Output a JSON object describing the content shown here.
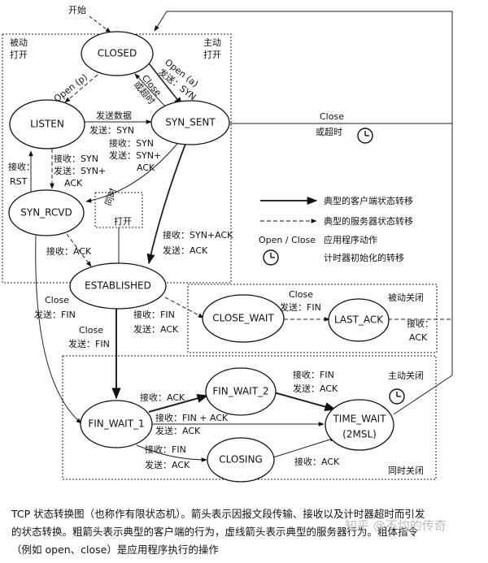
{
  "states": {
    "closed": "CLOSED",
    "listen": "LISTEN",
    "syn_sent": "SYN_SENT",
    "syn_rcvd": "SYN_RCVD",
    "established": "ESTABLISHED",
    "close_wait": "CLOSE_WAIT",
    "last_ack": "LAST_ACK",
    "fin_wait_1": "FIN_WAIT_1",
    "fin_wait_2": "FIN_WAIT_2",
    "closing": "CLOSING",
    "time_wait": "TIME_WAIT",
    "time_wait_sub": "(2MSL)"
  },
  "regions": {
    "passive_open_1": "被动",
    "passive_open_2": "打开",
    "active_open_1": "主动",
    "active_open_2": "打开",
    "passive_close": "被动关闭",
    "active_close": "主动关闭",
    "simultaneous_close": "同时关闭",
    "simultaneous_open_1": "同时",
    "simultaneous_open_2": "打开"
  },
  "transitions": {
    "start": "开始",
    "open_p": "Open (p)",
    "open_a_1": "Open (a)",
    "open_a_2": "发送：SYN",
    "close_timeout_1": "Close",
    "close_timeout_2": "或超时",
    "send_data_1": "发送数据",
    "send_data_2": "发送：SYN",
    "listen_rcv_1": "接收：SYN",
    "listen_rcv_2": "发送：SYN+",
    "listen_rcv_3": "ACK",
    "synsent_rcv_1": "接收：SYN",
    "synsent_rcv_2": "发送：SYN+",
    "synsent_rcv_3": "ACK",
    "rst_1": "接收：",
    "rst_2": "RST",
    "close_right_1": "Close",
    "close_right_2": "或超时",
    "synrcvd_ack": "接收：ACK",
    "synsent_synack_1": "接收：SYN+ACK",
    "synsent_synack_2": "发送：ACK",
    "est_fin_1": "接收：FIN",
    "est_fin_2": "发送：ACK",
    "synrcvd_close_1": "Close",
    "synrcvd_close_2": "发送：FIN",
    "est_close_1": "Close",
    "est_close_2": "发送：FIN",
    "closewait_close_1": "Close",
    "closewait_close_2": "发送：FIN",
    "lastack_rcv_1": "接收：",
    "lastack_rcv_2": "ACK",
    "fw1_ack": "接收：ACK",
    "fw1_finack_1": "接收：FIN + ACK",
    "fw1_finack_2": "发送：ACK",
    "fw1_fin_1": "接收：FIN",
    "fw1_fin_2": "发送：ACK",
    "fw2_fin_1": "接收：FIN",
    "fw2_fin_2": "发送：ACK",
    "closing_ack": "接收：ACK"
  },
  "legend": {
    "client": "典型的客户端状态转移",
    "server": "典型的服务器状态转移",
    "app_key": "Open / Close",
    "app": "应用程序动作",
    "timer": "计时器初始化的转移"
  },
  "caption": {
    "line1": "TCP 状态转换图（也称作有限状态机）。箭头表示因报文段传输、接收以及计时器超时而引发",
    "line2": "的状态转换。粗箭头表示典型的客户端的行为，虚线箭头表示典型的服务器行为。粗体指令",
    "line3": "（例如 open、close）是应用程序执行的操作"
  },
  "watermark": "知乎 @不灼的传奇"
}
